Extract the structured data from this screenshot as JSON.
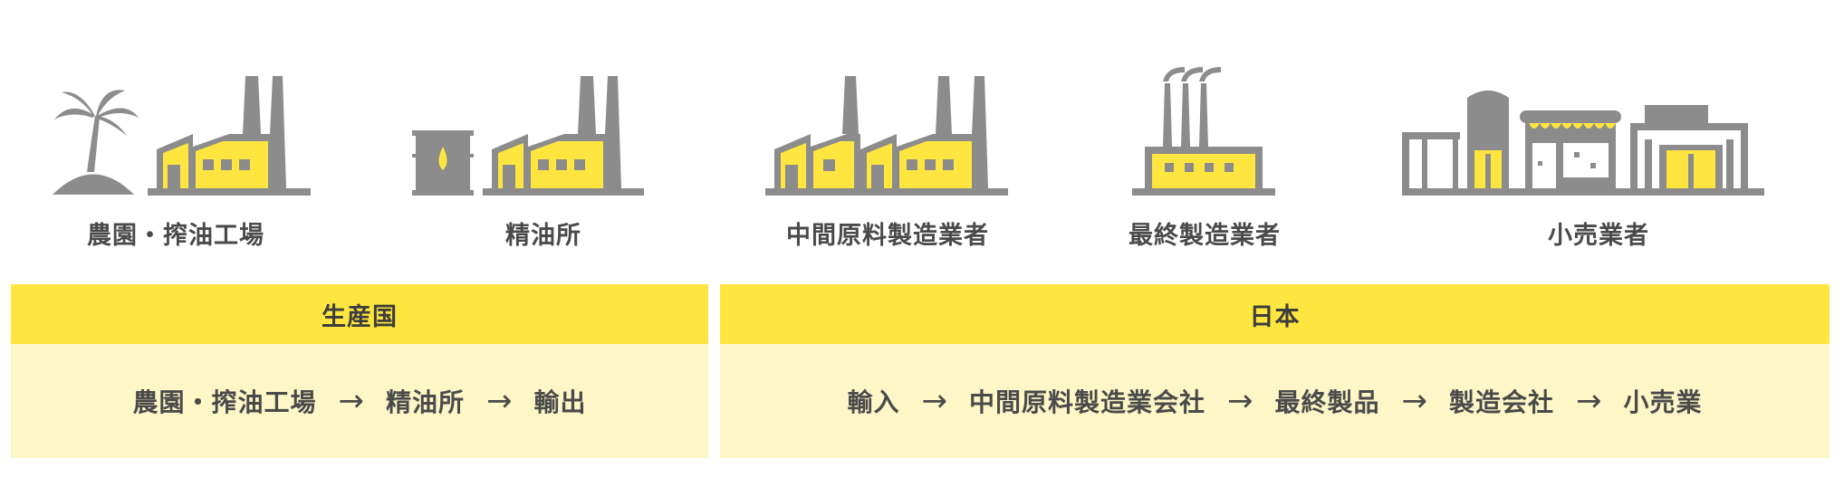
{
  "colors": {
    "gray": "#8c8c8c",
    "yellow": "#ffe53f",
    "panel_light": "#fdf6c7",
    "text": "#4a4a4a"
  },
  "icons": [
    "palm-tree-icon",
    "factory-icon",
    "oil-drum-icon",
    "double-factory-icon",
    "smoke-factory-icon",
    "storefront-icon"
  ],
  "stages": [
    {
      "label": "農園・搾油工場"
    },
    {
      "label": "精油所"
    },
    {
      "label": "中間原料製造業者"
    },
    {
      "label": "最終製造業者"
    },
    {
      "label": "小売業者"
    }
  ],
  "regions": {
    "producer": {
      "title": "生産国",
      "flow": [
        "農園・搾油工場",
        "精油所",
        "輸出"
      ]
    },
    "japan": {
      "title": "日本",
      "flow": [
        "輸入",
        "中間原料製造業会社",
        "最終製品",
        "製造会社",
        "小売業"
      ]
    }
  },
  "arrow_symbol": "→"
}
